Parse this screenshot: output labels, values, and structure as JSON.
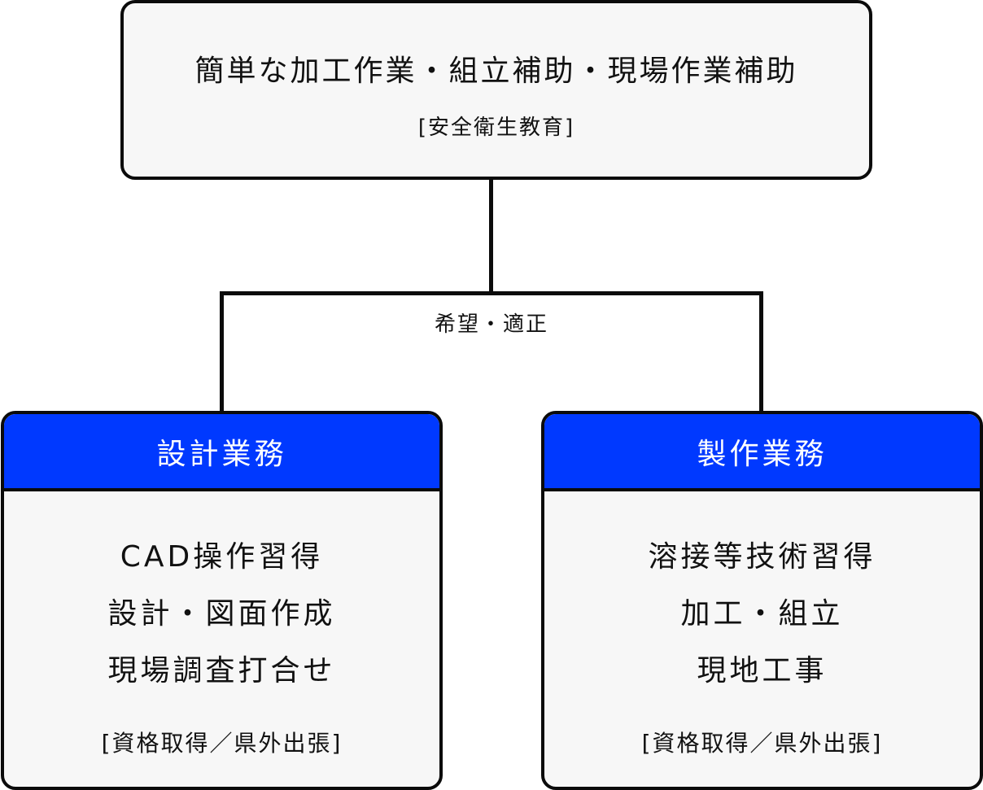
{
  "top_box": {
    "title": "簡単な加工作業・組立補助・現場作業補助",
    "subtitle": "[安全衛生教育]"
  },
  "branch": {
    "label": "希望・適正"
  },
  "cards": [
    {
      "header": "設計業務",
      "items": [
        "CAD操作習得",
        "設計・図面作成",
        "現場調査打合せ"
      ],
      "note": "[資格取得／県外出張]"
    },
    {
      "header": "製作業務",
      "items": [
        "溶接等技術習得",
        "加工・組立",
        "現地工事"
      ],
      "note": "[資格取得／県外出張]"
    }
  ],
  "colors": {
    "header_blue": "#0039ff",
    "border": "#0b0b0b",
    "box_fill": "#f7f7f7"
  }
}
